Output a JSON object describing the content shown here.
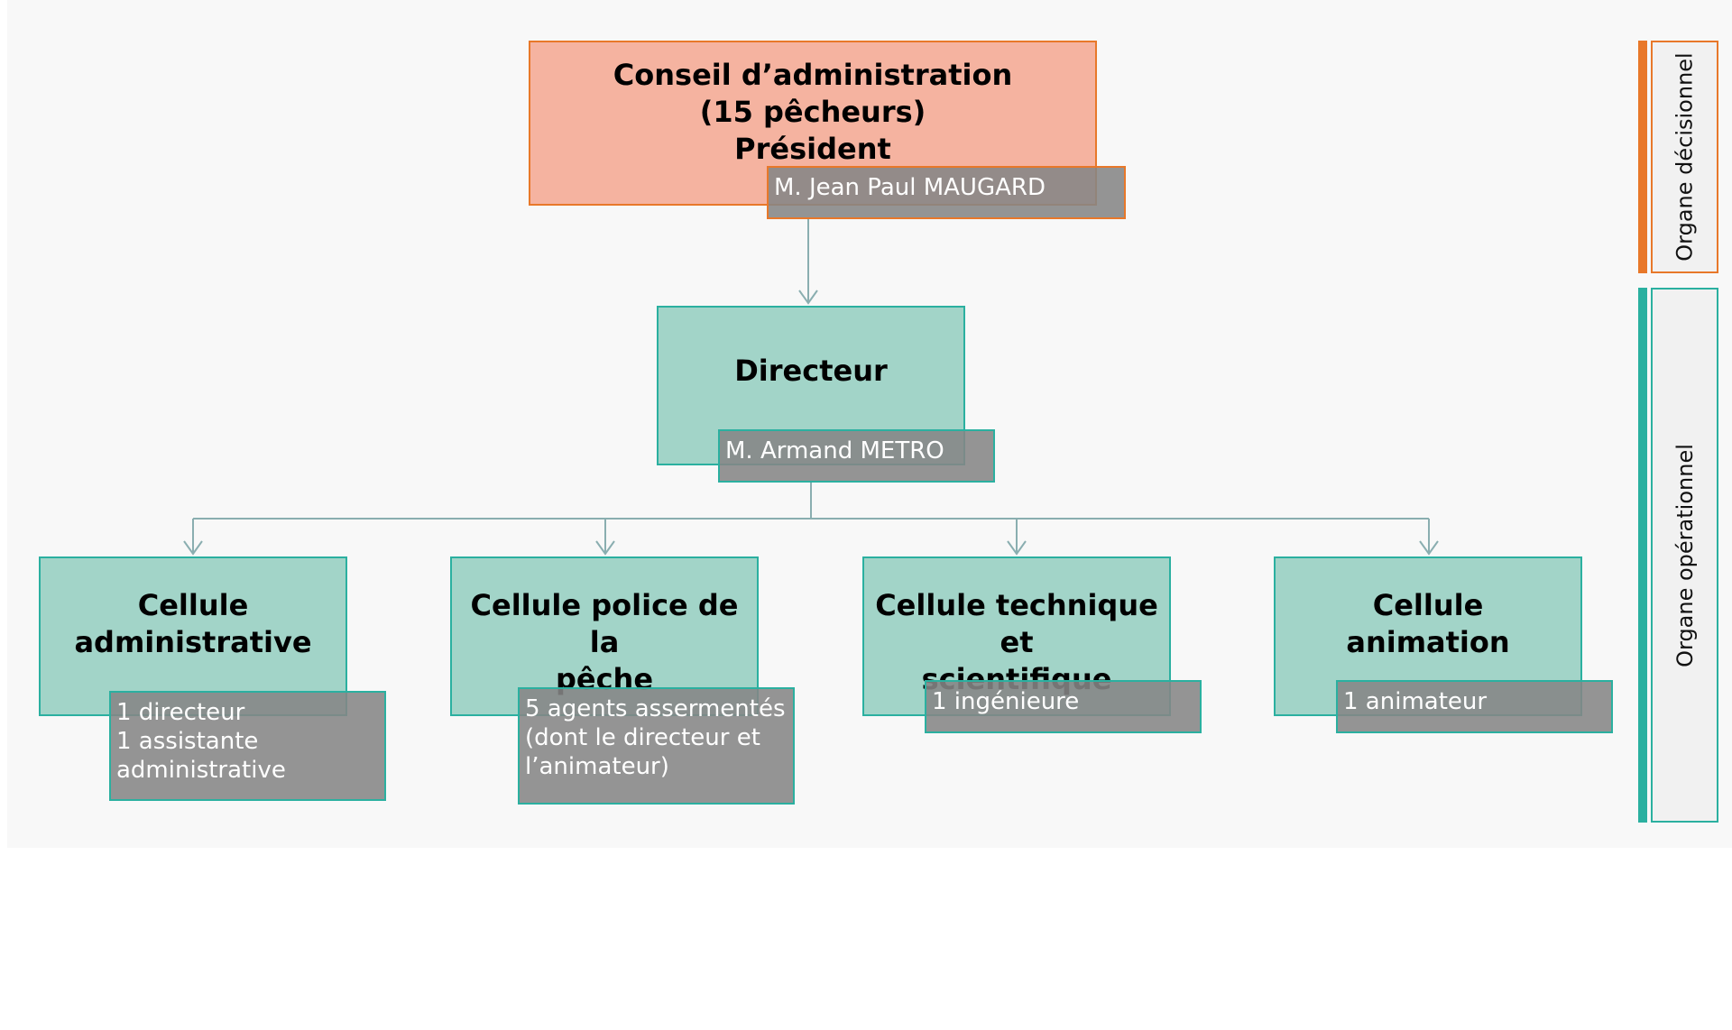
{
  "board": {
    "title": "Conseil d’administration\n(15 pêcheurs)\nPrésident",
    "name": "M. Jean Paul MAUGARD"
  },
  "director": {
    "title": "Directeur",
    "name": "M. Armand METRO"
  },
  "cells": [
    {
      "title": "Cellule\nadministrative",
      "detail": "1 directeur\n1 assistante\nadministrative"
    },
    {
      "title": "Cellule police de la\npêche",
      "detail": "5 agents assermentés\n(dont le directeur et\nl’animateur)"
    },
    {
      "title": "Cellule technique et\nscientifique",
      "detail": "1 ingénieure"
    },
    {
      "title": "Cellule\nanimation",
      "detail": "1 animateur"
    }
  ],
  "side": {
    "decisional": "Organe décisionnel",
    "operational": "Organe opérationnel"
  },
  "colors": {
    "orange": "#e8782a",
    "teal": "#2bb0a0",
    "salmon": "#f5b3a0",
    "mint": "#a2d4c8",
    "grey": "#858585",
    "connector": "#8aaeb0"
  }
}
